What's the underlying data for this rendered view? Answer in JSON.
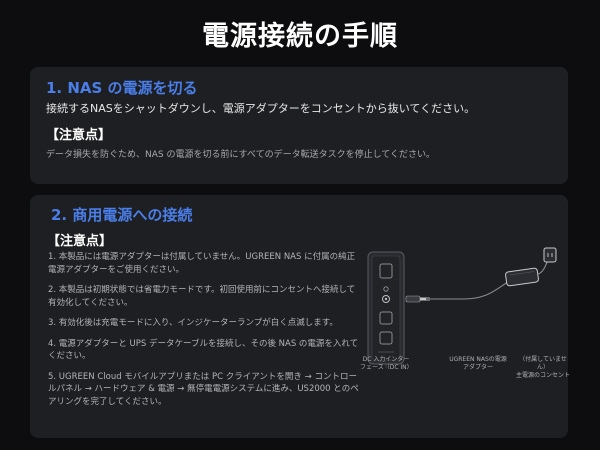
{
  "page_title": "電源接続の手順",
  "step1": {
    "title": "1. NAS の電源を切る",
    "body": "接続するNASをシャットダウンし、電源アダプターをコンセントから抜いてください。",
    "note_label": "【注意点】",
    "note": "データ損失を防ぐため、NAS の電源を切る前にすべてのデータ転送タスクを停止してください。"
  },
  "step2": {
    "title": "2. 商用電源への接続",
    "note_label": "【注意点】",
    "notes": [
      "1. 本製品には電源アダプターは付属していません。UGREEN NAS に付属の純正電源アダプターをご使用ください。",
      "2. 本製品は初期状態では省電力モードです。初回使用前にコンセントへ接続して有効化してください。",
      "3. 有効化後は充電モードに入り、インジケーターランプが白く点滅します。",
      "4. 電源アダプターと UPS データケーブルを接続し、その後 NAS の電源を入れてください。",
      "5. UGREEN Cloud モバイルアプリまたは PC クライアントを開き → コントロールパネル → ハードウェア & 電源 → 無停電電源システムに進み、US2000 とのペアリングを完了してください。"
    ],
    "diagram_captions": {
      "dc_input": "DC 入力インター\nフェース（DC IN）",
      "adapter": "UGREEN NASの電源\nアダプター",
      "outlet": "（付属していません）\n主電源のコンセント"
    }
  }
}
